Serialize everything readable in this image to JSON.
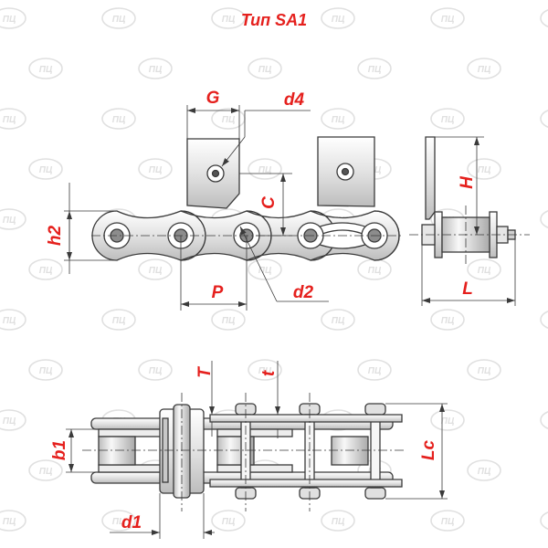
{
  "title": "Тип SA1",
  "labels": {
    "G": "G",
    "d4": "d4",
    "C": "C",
    "h2": "h2",
    "P": "P",
    "d2": "d2",
    "H": "H",
    "L": "L",
    "T": "T",
    "t": "t",
    "b1": "b1",
    "Lc": "Lc",
    "d1": "d1"
  },
  "watermark_text": "ПЦ",
  "colors": {
    "label": "#e5201d",
    "line": "#3a3a3a",
    "fill_light": "#f2f2f2",
    "fill_mid": "#d4d4d4",
    "fill_dark": "#9a9a9a",
    "watermark": "#e0e0e0"
  }
}
